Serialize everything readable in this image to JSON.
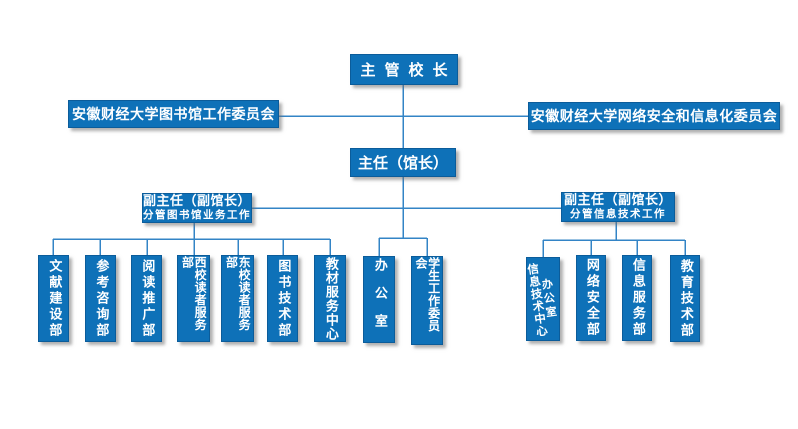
{
  "colors": {
    "node_blue": "#0e71b8",
    "line_blue": "#3384c6",
    "text_white": "#ffffff",
    "background": "#ffffff"
  },
  "org_chart": {
    "president": {
      "label": "主管校长"
    },
    "library_committee": {
      "label": "安徽财经大学图书馆工作委员会"
    },
    "cyber_committee": {
      "label": "安徽财经大学网络安全和信息化委员会"
    },
    "director": {
      "label": "主任（馆长）"
    },
    "deputy_library": {
      "title": "副主任（副馆长）",
      "subtitle": "分管图书馆业务工作"
    },
    "deputy_it": {
      "title": "副主任（副馆长）",
      "subtitle": "分管信息技术工作"
    },
    "library_departments": [
      {
        "label": "文献建设部"
      },
      {
        "label": "参考咨询部"
      },
      {
        "label": "阅读推广部"
      },
      {
        "label": "西校读者服务部"
      },
      {
        "label": "东校读者服务部"
      },
      {
        "label": "图书技术部"
      },
      {
        "label": "教材服务中心"
      }
    ],
    "direct_departments": [
      {
        "label": "办公室"
      },
      {
        "label": "学生工作委员会"
      }
    ],
    "it_departments": [
      {
        "label": "信息技术中心",
        "sub_label": "办公室"
      },
      {
        "label": "网络安全部"
      },
      {
        "label": "信息服务部"
      },
      {
        "label": "教育技术部"
      }
    ]
  }
}
